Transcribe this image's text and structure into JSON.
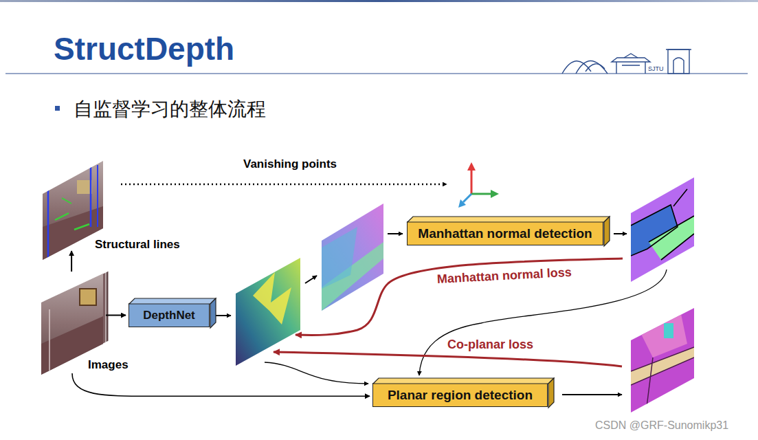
{
  "diagram": {
    "title": "StructDepth",
    "nodes": [
      {
        "text": [
          "Structural lines"
        ]
      },
      {
        "text": [
          "Manhattan normal detection"
        ]
      },
      {
        "text": [
          "Images"
        ]
      },
      {
        "text": [
          "DepthNet"
        ]
      },
      {
        "text": [
          "Planar region detection"
        ]
      }
    ],
    "edges": [
      {
        "from": 2,
        "to": 0,
        "arrow": "to"
      },
      {
        "from": 2,
        "to": 3,
        "arrow": "to"
      },
      {
        "from": 2,
        "to": 4,
        "arrow": "to"
      }
    ],
    "labels": [
      "SJTU",
      "自监督学习的整体流程",
      "Vanishing points",
      "Manhattan normal loss",
      "Co-planar loss",
      "CSDN @GRF-Sunomikp31"
    ]
  }
}
